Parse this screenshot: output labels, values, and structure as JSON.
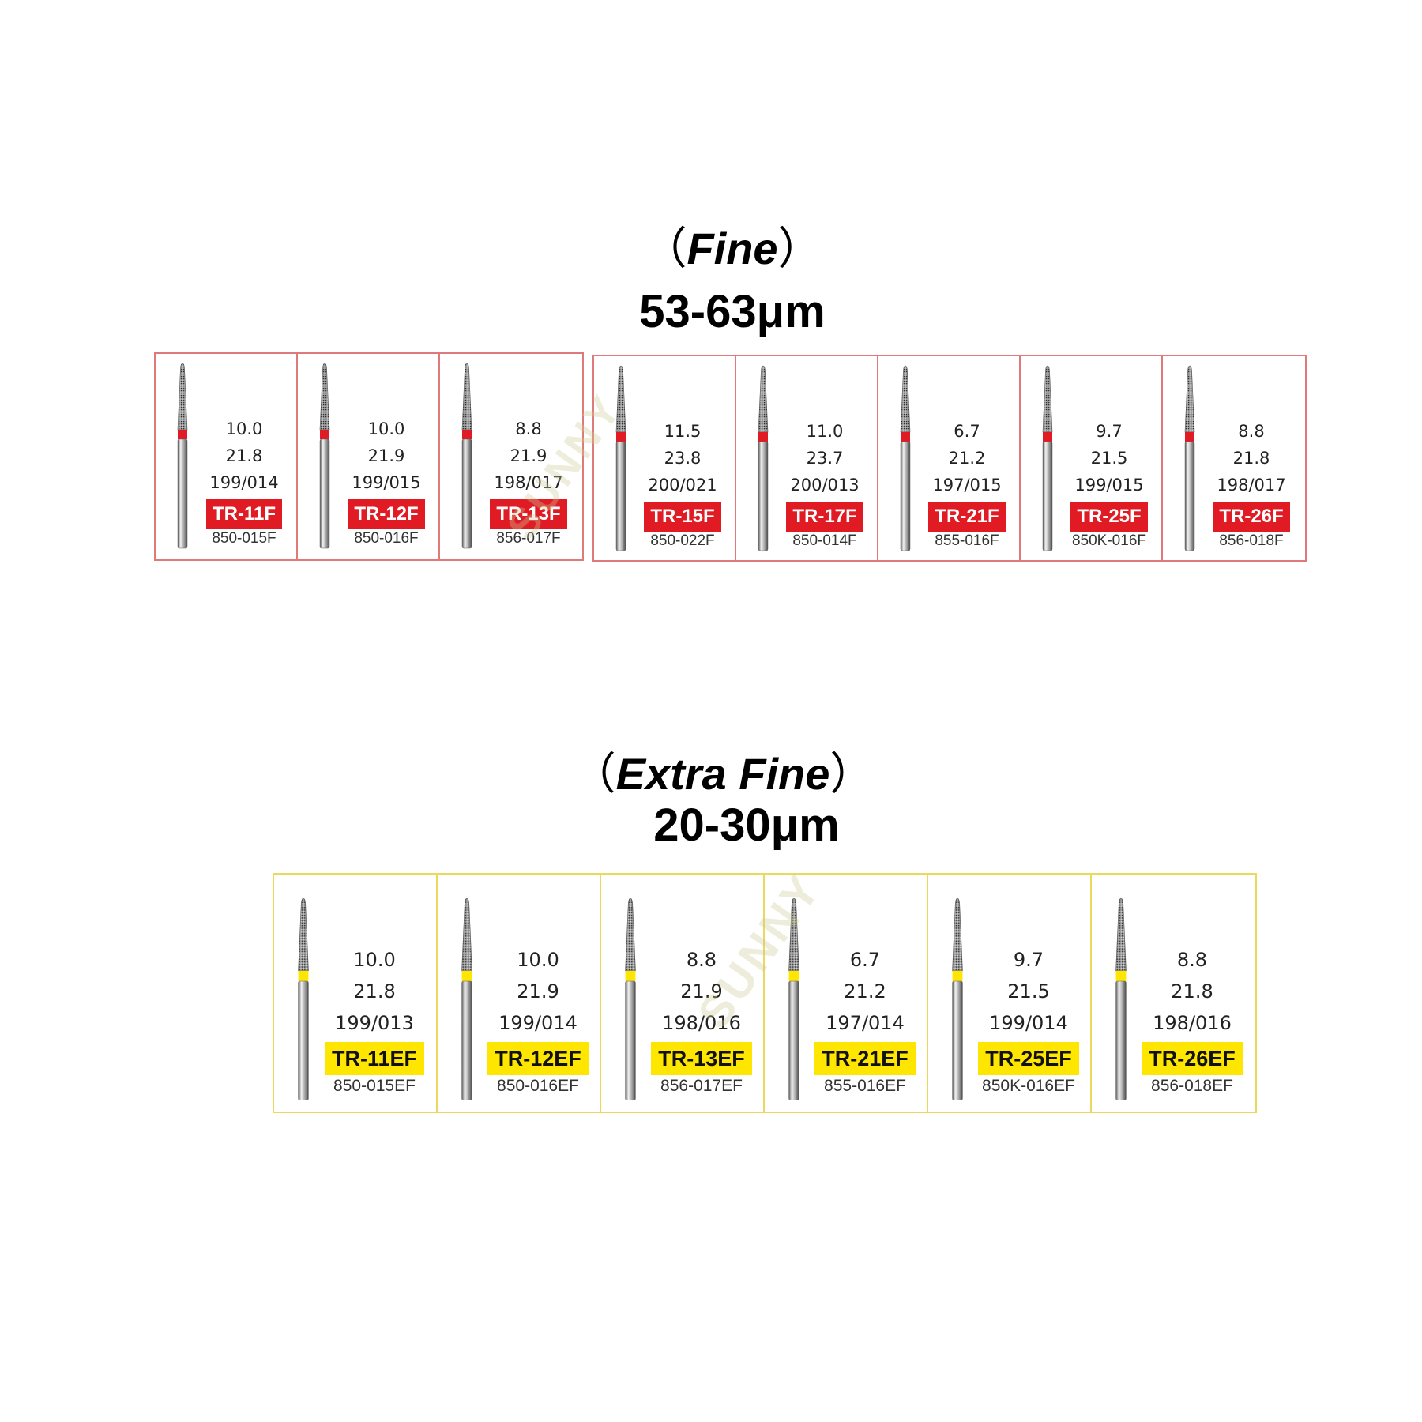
{
  "watermark": "SUNNY",
  "colors": {
    "fine_accent": "#e01b24",
    "fine_border": "#e07a7a",
    "extra_fine_accent": "#ffe600",
    "extra_fine_border": "#ecd85a"
  },
  "fine": {
    "paren_open": "（",
    "grade": "Fine",
    "paren_close": "）",
    "grit": "53-63μm",
    "band_color": "#e01b24",
    "items": [
      {
        "d1": "10.0",
        "d2": "21.8",
        "d3": "199/014",
        "code": "TR-11F",
        "ref": "850-015F"
      },
      {
        "d1": "10.0",
        "d2": "21.9",
        "d3": "199/015",
        "code": "TR-12F",
        "ref": "850-016F"
      },
      {
        "d1": "8.8",
        "d2": "21.9",
        "d3": "198/017",
        "code": "TR-13F",
        "ref": "856-017F"
      },
      {
        "d1": "11.5",
        "d2": "23.8",
        "d3": "200/021",
        "code": "TR-15F",
        "ref": "850-022F"
      },
      {
        "d1": "11.0",
        "d2": "23.7",
        "d3": "200/013",
        "code": "TR-17F",
        "ref": "850-014F"
      },
      {
        "d1": "6.7",
        "d2": "21.2",
        "d3": "197/015",
        "code": "TR-21F",
        "ref": "855-016F"
      },
      {
        "d1": "9.7",
        "d2": "21.5",
        "d3": "199/015",
        "code": "TR-25F",
        "ref": "850K-016F"
      },
      {
        "d1": "8.8",
        "d2": "21.8",
        "d3": "198/017",
        "code": "TR-26F",
        "ref": "856-018F"
      }
    ]
  },
  "extra_fine": {
    "paren_open": "（",
    "grade": "Extra Fine",
    "paren_close": "）",
    "grit": "20-30μm",
    "band_color": "#ffe600",
    "items": [
      {
        "d1": "10.0",
        "d2": "21.8",
        "d3": "199/013",
        "code": "TR-11EF",
        "ref": "850-015EF"
      },
      {
        "d1": "10.0",
        "d2": "21.9",
        "d3": "199/014",
        "code": "TR-12EF",
        "ref": "850-016EF"
      },
      {
        "d1": "8.8",
        "d2": "21.9",
        "d3": "198/016",
        "code": "TR-13EF",
        "ref": "856-017EF"
      },
      {
        "d1": "6.7",
        "d2": "21.2",
        "d3": "197/014",
        "code": "TR-21EF",
        "ref": "855-016EF"
      },
      {
        "d1": "9.7",
        "d2": "21.5",
        "d3": "199/014",
        "code": "TR-25EF",
        "ref": "850K-016EF"
      },
      {
        "d1": "8.8",
        "d2": "21.8",
        "d3": "198/016",
        "code": "TR-26EF",
        "ref": "856-018EF"
      }
    ]
  }
}
